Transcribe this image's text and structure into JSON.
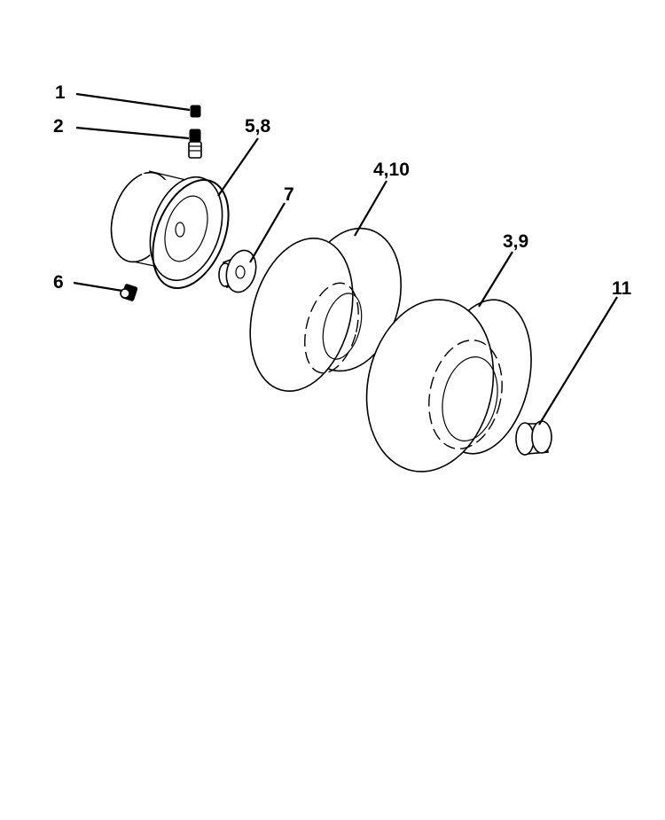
{
  "callouts": {
    "c1": "1",
    "c2": "2",
    "c58": "5,8",
    "c7": "7",
    "c410": "4,10",
    "c39": "3,9",
    "c6": "6",
    "c11": "11"
  }
}
